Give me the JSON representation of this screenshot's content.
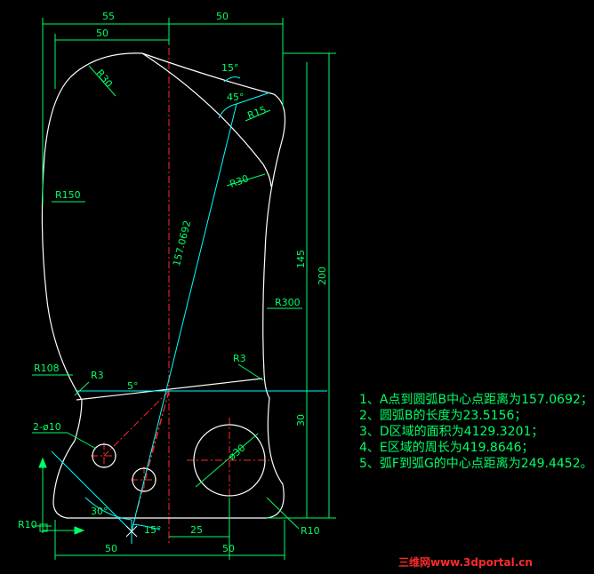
{
  "dimensions": {
    "top_55": "55",
    "top_50_right": "50",
    "top_50_left": "50",
    "r30_top": "R30",
    "angle_15_top": "15°",
    "angle_45": "45°",
    "r15": "R15",
    "r30_mid": "R30",
    "r150": "R150",
    "diag_len": "157.0692",
    "v145": "145",
    "v200": "200",
    "r300": "R300",
    "r108": "R108",
    "r3_left": "R3",
    "r3_right": "R3",
    "angle_5": "5°",
    "v30": "30",
    "holes": "2-ø10",
    "dia30": "ø30",
    "angle_30": "30°",
    "angle_15_bottom": "15°",
    "h25": "25",
    "r10_left": "R10",
    "r10_right": "R10",
    "bottom_50_left": "50",
    "bottom_50_right": "50"
  },
  "notes": [
    "1、A点到圆弧B中心点距离为157.0692；",
    "2、圆弧B的长度为23.5156；",
    "3、D区域的面积为4129.3201；",
    "4、E区域的周长为419.8646；",
    "5、弧F到弧G的中心点距离为249.4452。"
  ],
  "watermark": "三维网www.3dportal.cn",
  "colors": {
    "outline": "#ffffff",
    "dimension": "#00ff66",
    "construction": "#00ffff",
    "centerline": "#ff2a2a",
    "background": "#000000"
  }
}
